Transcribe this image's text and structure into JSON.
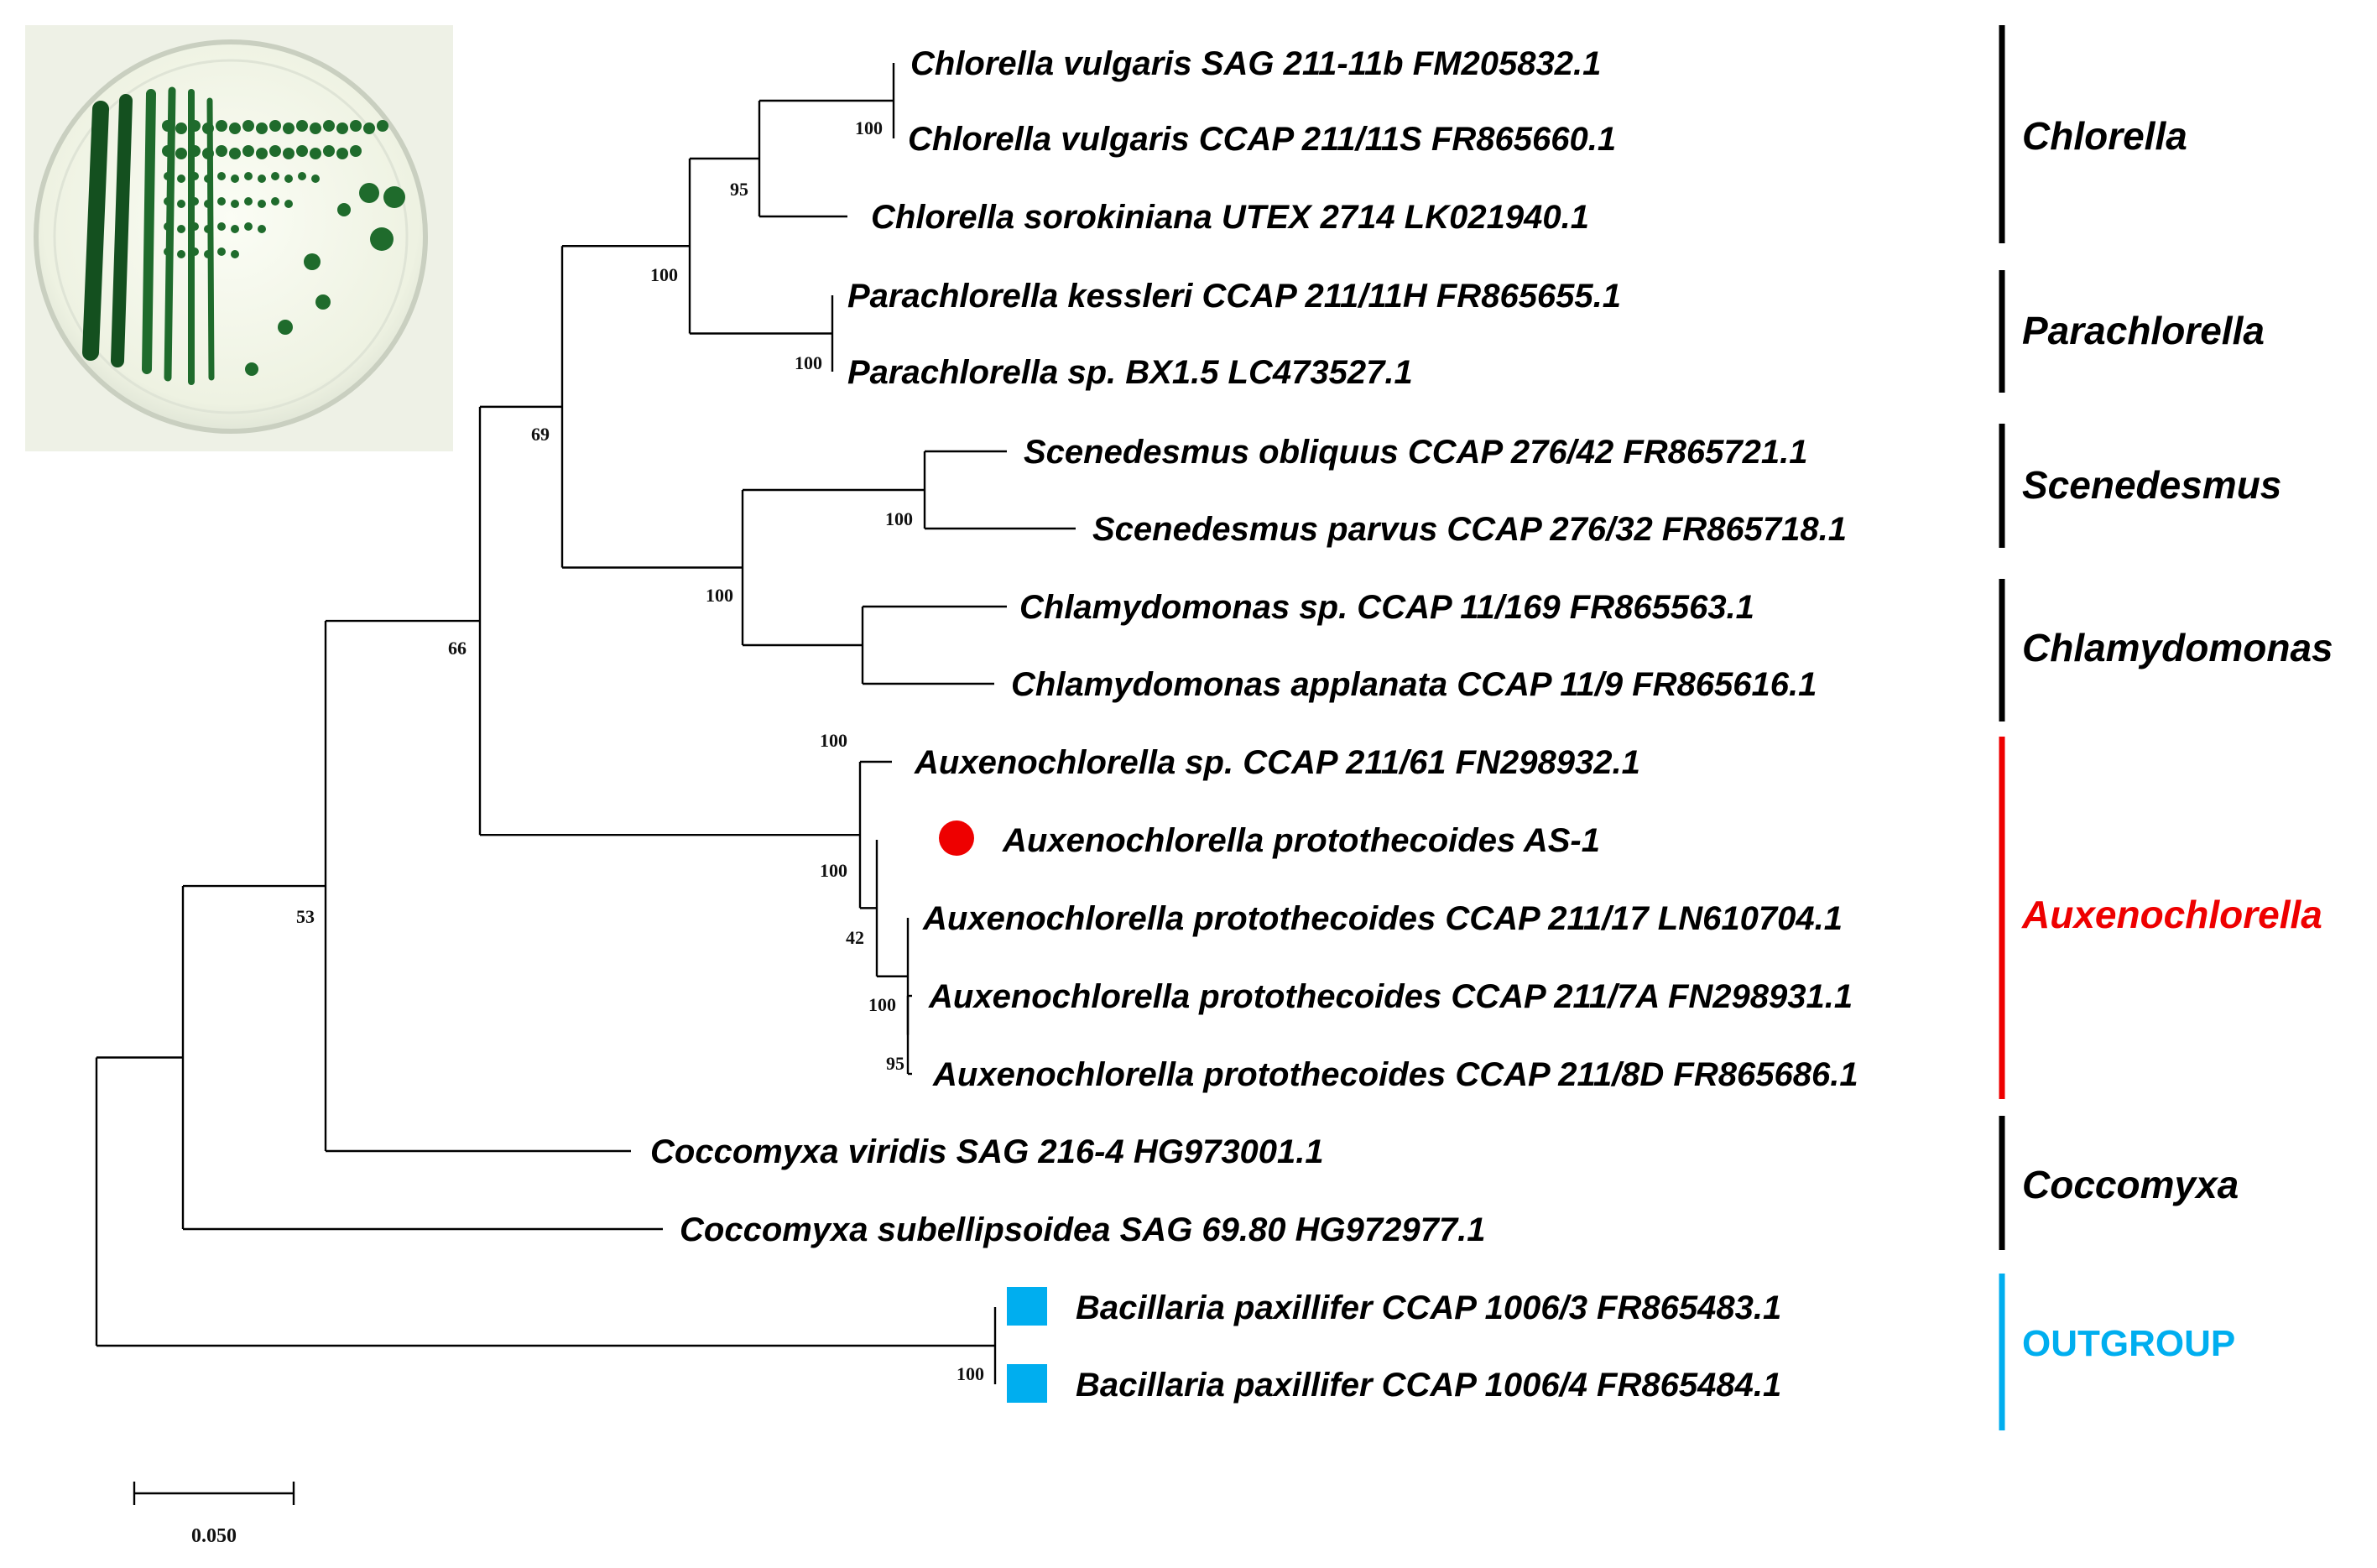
{
  "tree": {
    "leaves": [
      {
        "id": "cv1",
        "label": "Chlorella vulgaris SAG 211-11b FM205832.1"
      },
      {
        "id": "cv2",
        "label": "Chlorella vulgaris CCAP 211/11S FR865660.1"
      },
      {
        "id": "cs",
        "label": "Chlorella sorokiniana UTEX 2714 LK021940.1"
      },
      {
        "id": "pk",
        "label": "Parachlorella kessleri CCAP 211/11H FR865655.1"
      },
      {
        "id": "ps",
        "label": "Parachlorella sp. BX1.5 LC473527.1"
      },
      {
        "id": "so",
        "label": "Scenedesmus obliquus CCAP 276/42 FR865721.1"
      },
      {
        "id": "sp",
        "label": "Scenedesmus parvus CCAP 276/32 FR865718.1"
      },
      {
        "id": "cm1",
        "label": "Chlamydomonas sp. CCAP 11/169 FR865563.1"
      },
      {
        "id": "cm2",
        "label": "Chlamydomonas applanata CCAP 11/9 FR865616.1"
      },
      {
        "id": "ax1",
        "label": "Auxenochlorella sp. CCAP 211/61 FN298932.1"
      },
      {
        "id": "ax2",
        "label": "Auxenochlorella protothecoides AS-1",
        "marker": "circle"
      },
      {
        "id": "ax3",
        "label": "Auxenochlorella protothecoides CCAP 211/17 LN610704.1"
      },
      {
        "id": "ax4",
        "label": "Auxenochlorella protothecoides CCAP 211/7A FN298931.1"
      },
      {
        "id": "ax5",
        "label": "Auxenochlorella protothecoides CCAP 211/8D FR865686.1"
      },
      {
        "id": "cvir",
        "label": "Coccomyxa viridis SAG 216-4 HG973001.1"
      },
      {
        "id": "csub",
        "label": "Coccomyxa subellipsoidea SAG 69.80 HG972977.1"
      },
      {
        "id": "bp1",
        "label": "Bacillaria paxillifer CCAP 1006/3 FR865483.1",
        "marker": "square"
      },
      {
        "id": "bp2",
        "label": "Bacillaria paxillifer CCAP 1006/4 FR865484.1",
        "marker": "square"
      }
    ],
    "bootstrap_values": [
      {
        "node": "n1",
        "value": "100"
      },
      {
        "node": "n2",
        "value": "95"
      },
      {
        "node": "n3",
        "value": "100"
      },
      {
        "node": "n4",
        "value": "100"
      },
      {
        "node": "n5",
        "value": "69"
      },
      {
        "node": "n6",
        "value": "100"
      },
      {
        "node": "n7",
        "value": "100"
      },
      {
        "node": "n8",
        "value": "100"
      },
      {
        "node": "n9",
        "value": "66"
      },
      {
        "node": "n10",
        "value": "95"
      },
      {
        "node": "n11",
        "value": "100"
      },
      {
        "node": "n12",
        "value": "42"
      },
      {
        "node": "n13",
        "value": "100"
      },
      {
        "node": "n14",
        "value": "53"
      },
      {
        "node": "n15",
        "value": "100"
      }
    ],
    "marker_colors": {
      "circle": "#ee0000",
      "square": "#00aeef"
    }
  },
  "clades": [
    {
      "name": "Chlorella",
      "color": "#000000"
    },
    {
      "name": "Parachlorella",
      "color": "#000000"
    },
    {
      "name": "Scenedesmus",
      "color": "#000000"
    },
    {
      "name": "Chlamydomonas",
      "color": "#000000"
    },
    {
      "name": "Auxenochlorella",
      "color": "#ee0000"
    },
    {
      "name": "Coccomyxa",
      "color": "#000000"
    },
    {
      "name": "OUTGROUP",
      "color": "#00aeef"
    }
  ],
  "scale_bar": {
    "label": "0.050",
    "value": 0.05
  },
  "photo": {
    "subject": "petri-dish-green-algae-colonies"
  }
}
